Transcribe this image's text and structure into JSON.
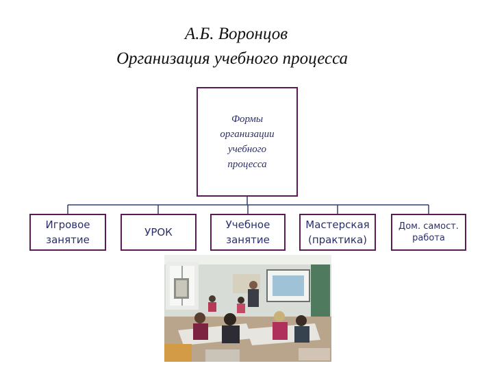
{
  "title": {
    "line1": "А.Б. Воронцов",
    "line2": "Организация учебного процесса"
  },
  "diagram": {
    "root": "Формы организации учебного процесса",
    "children": [
      "Игровое занятие",
      "УРОК",
      "Учебное занятие",
      "Мастерская (практика)",
      "Дом. самост. работа"
    ]
  },
  "colors": {
    "box_border": "#5a1a55",
    "connector": "#2f3e6e",
    "text": "#2a2f6a"
  },
  "photo": {
    "caption": "classroom-photo"
  }
}
